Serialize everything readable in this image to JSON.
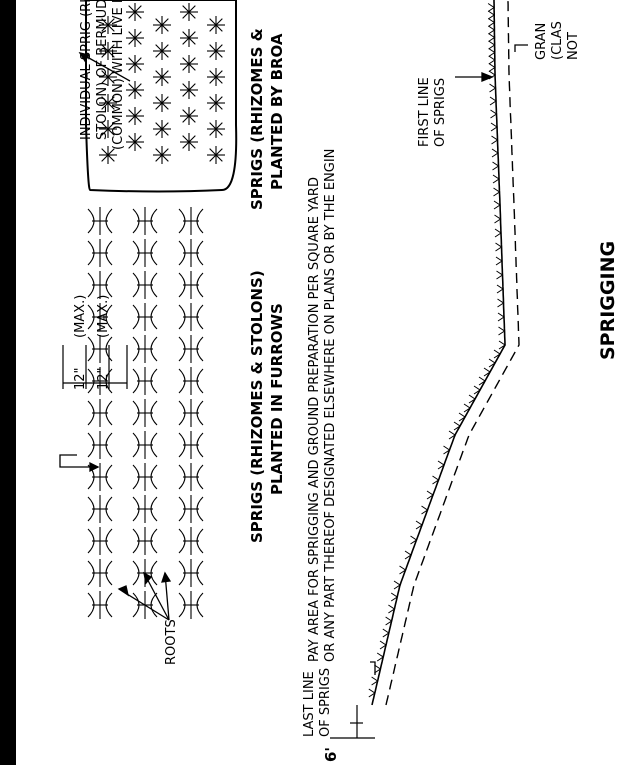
{
  "drawing": {
    "title": "SPRIGGING",
    "furrow_label_1": "INDIVIDUAL SPRIG (RHIZOME OR",
    "furrow_label_2": "STOLON) OF BERMUDA GRASS",
    "furrow_label_3": "(COMMON) WITH LIVE ROOT SYSTEM.",
    "roots_label": "ROOTS",
    "spacing_1": "12\"",
    "spacing_1_note": "(MAX.)",
    "spacing_2": "12\"",
    "spacing_2_note": "(MAX.)",
    "furrows_caption_1": "SPRIGS (RHIZOMES & STOLONS)",
    "furrows_caption_2": "PLANTED IN FURROWS",
    "broadcast_caption_1": "SPRIGS (RHIZOMES &",
    "broadcast_caption_2": "PLANTED BY BROA",
    "pay_area_1": "PAY AREA FOR SPRIGGING AND GROUND PREPARATION PER SQUARE YARD",
    "pay_area_2": "OR ANY PART THEREOF DESIGNATED ELSEWHERE ON PLANS OR BY THE ENGIN",
    "first_line_1": "FIRST LINE",
    "first_line_2": "OF SPRIGS",
    "last_line_1": "LAST LINE",
    "last_line_2": "OF SPRIGS",
    "gran_1": "GRAN",
    "gran_2": "(CLAS",
    "gran_3": "NOT",
    "dimension": "6'"
  }
}
